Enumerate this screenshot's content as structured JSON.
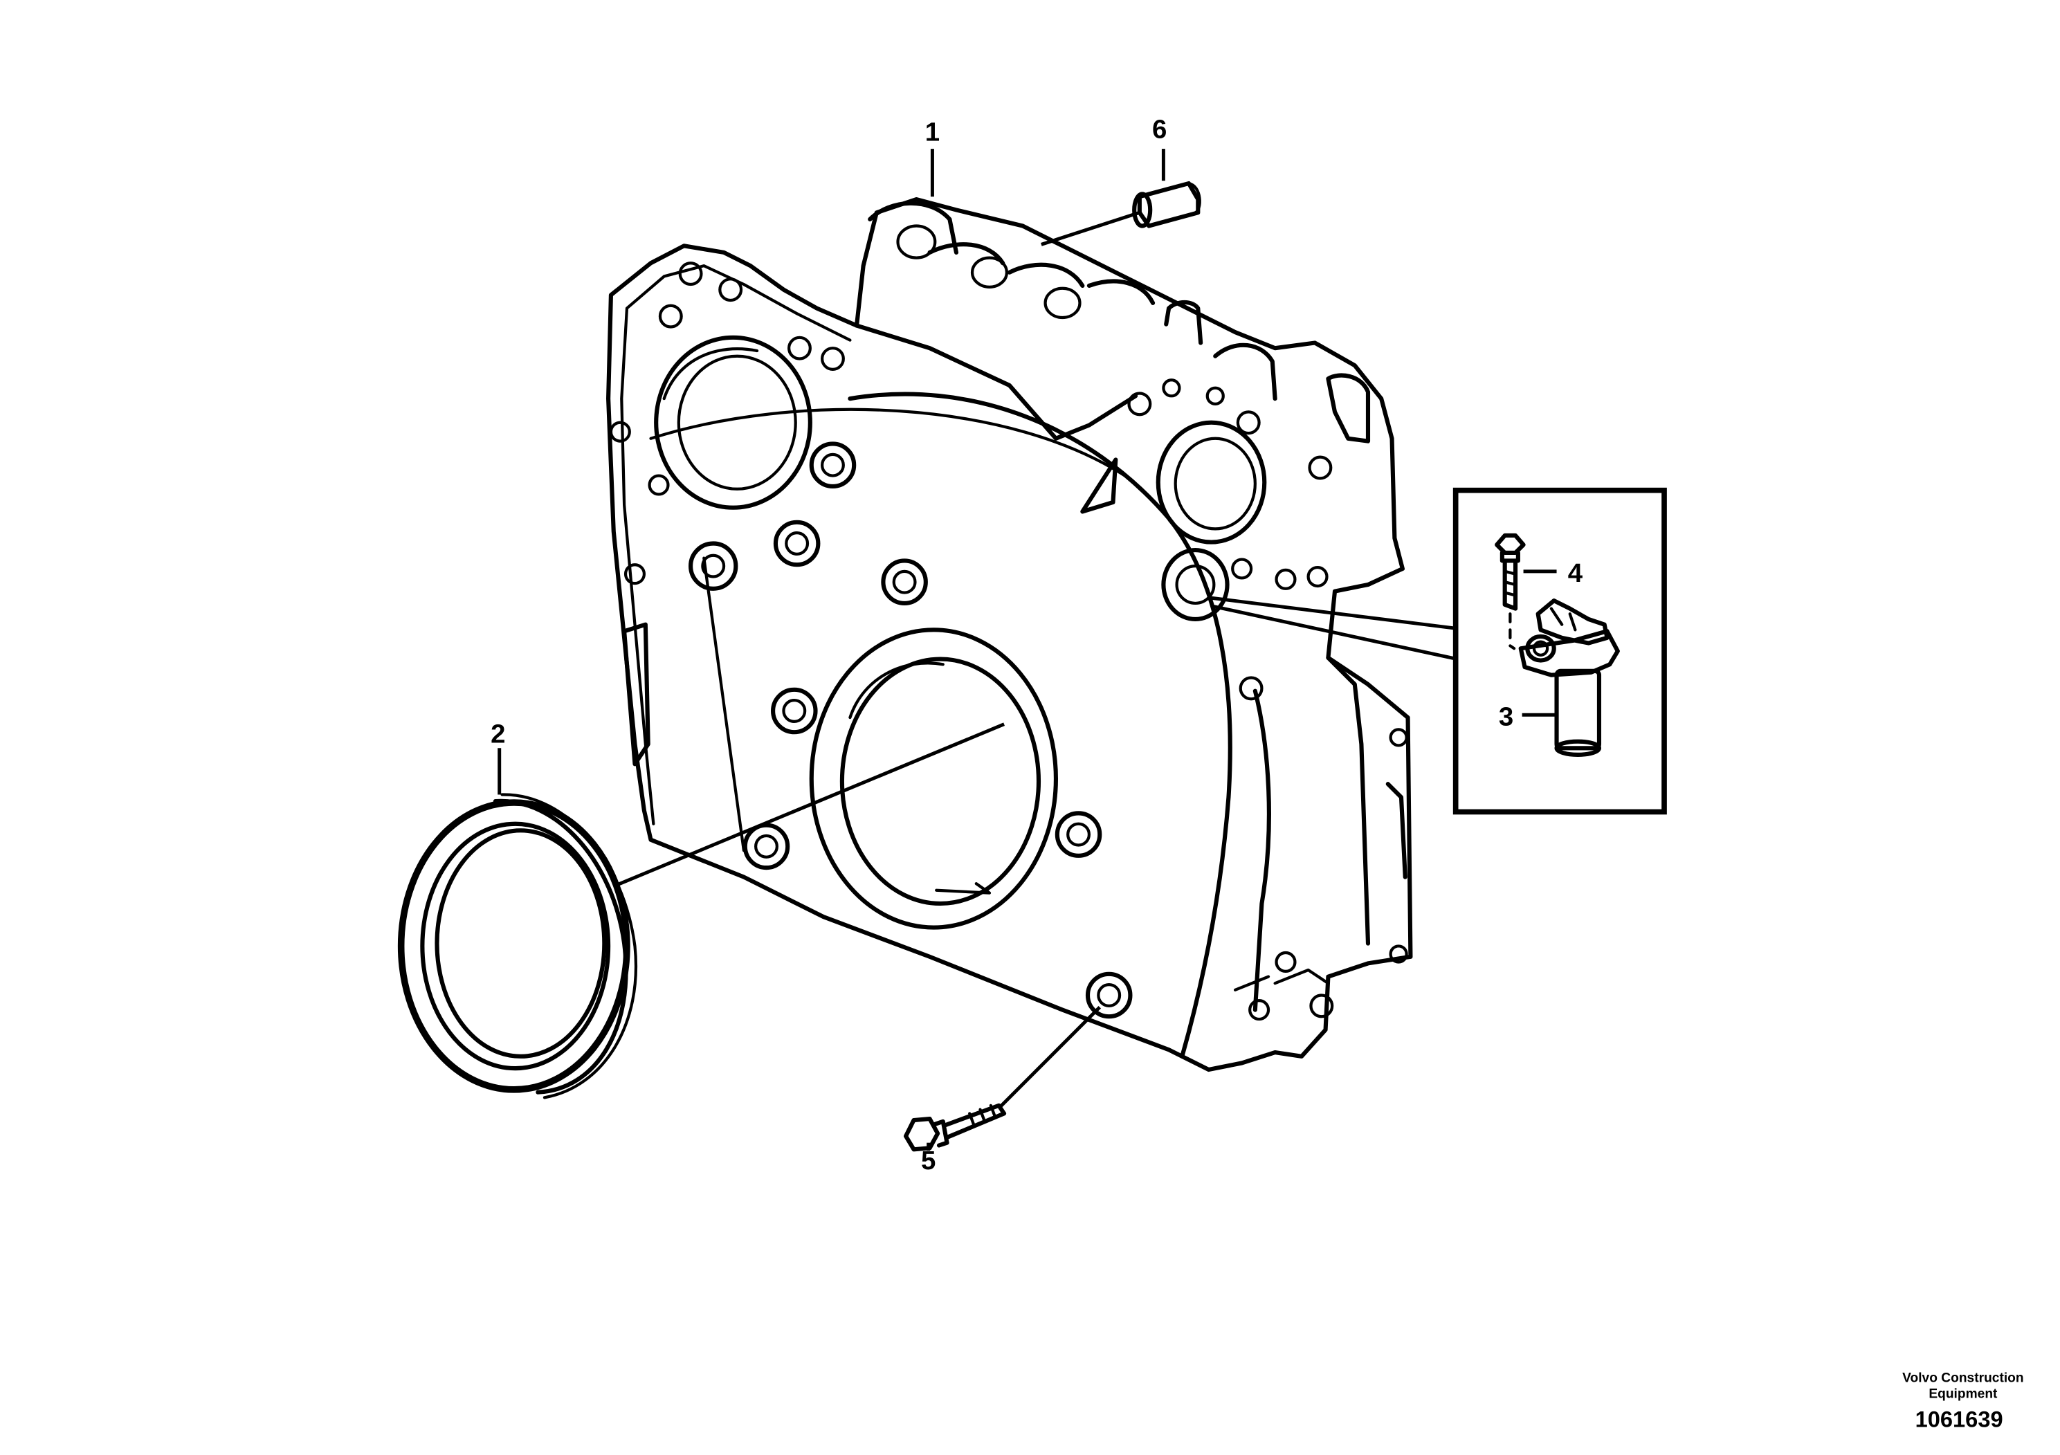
{
  "callouts": [
    {
      "id": "1",
      "text": "1"
    },
    {
      "id": "2",
      "text": "2"
    },
    {
      "id": "3",
      "text": "3"
    },
    {
      "id": "4",
      "text": "4"
    },
    {
      "id": "5",
      "text": "5"
    },
    {
      "id": "6",
      "text": "6"
    }
  ],
  "footer": {
    "brand_line1": "Volvo Construction",
    "brand_line2": "Equipment",
    "doc_number": "1061639"
  }
}
